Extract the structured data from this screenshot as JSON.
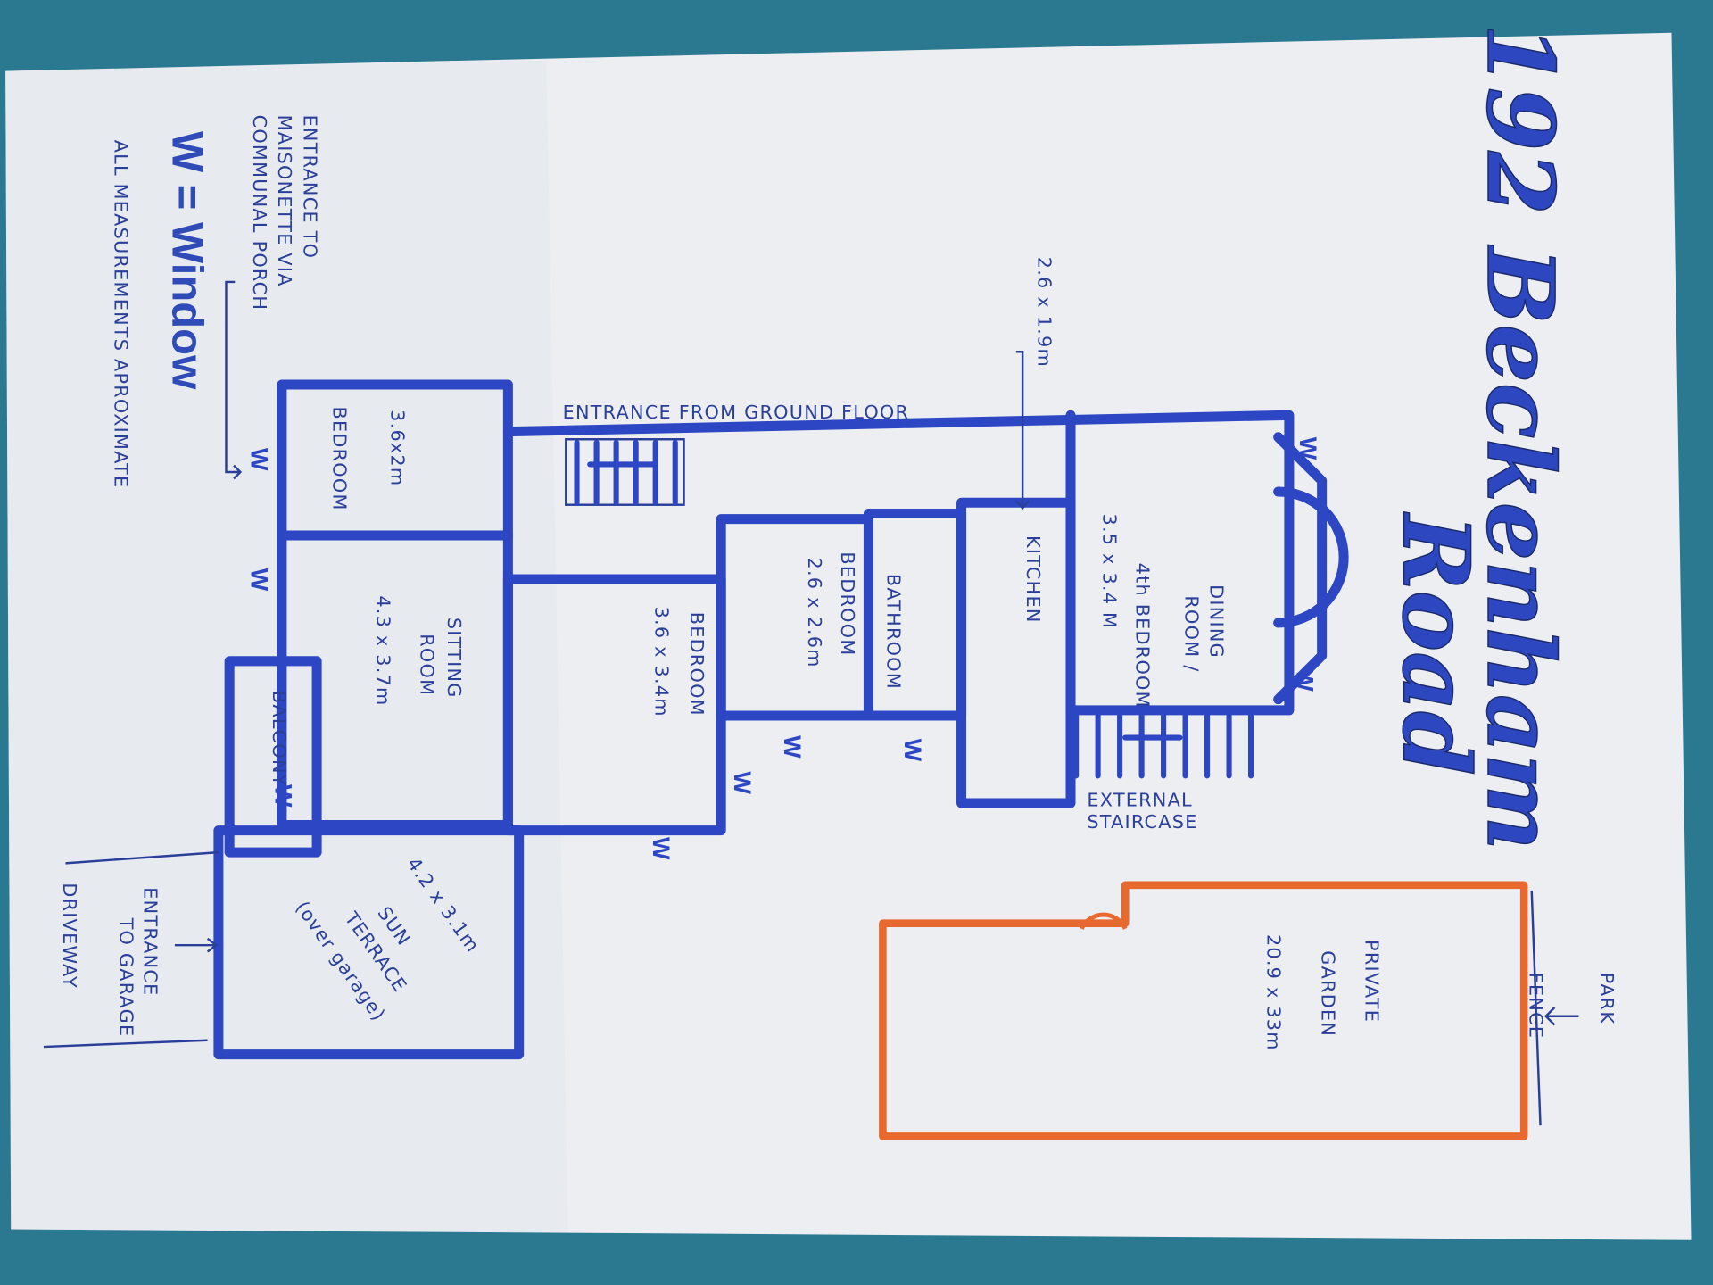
{
  "title": {
    "line1": "192 Beckenham",
    "line2": "Road"
  },
  "legend": {
    "entrance_line1": "ENTRANCE TO",
    "entrance_line2": "MAISONETTE VIA",
    "entrance_line3": "COMMUNAL PORCH",
    "window_key": "W = Window",
    "note": "ALL MEASUREMENTS APROXIMATE"
  },
  "window_marker": "W",
  "hall": {
    "entrance_label": "ENTRANCE FROM GROUND FLOOR",
    "dimension": "2.6 x 1.9m"
  },
  "rooms": {
    "bedroom_small": {
      "name": "BEDROOM",
      "size": "3.6x2m"
    },
    "sitting_room": {
      "name1": "SITTING",
      "name2": "ROOM",
      "size": "4.3 x 3.7m"
    },
    "bedroom_large": {
      "name": "BEDROOM",
      "size": "3.6 x 3.4m"
    },
    "bedroom_mid": {
      "name": "BEDROOM",
      "size": "2.6 x 2.6m"
    },
    "bathroom": {
      "name": "BATHROOM"
    },
    "kitchen": {
      "name": "KITCHEN"
    },
    "dining_room": {
      "name1": "DINING",
      "name2": "ROOM /",
      "name3": "4th BEDROOM",
      "size": "3.5 x 3.4 M"
    },
    "balcony": {
      "name": "BALCONY"
    },
    "sun_terrace": {
      "size": "4.2 x 3.1m",
      "name1": "SUN",
      "name2": "TERRACE",
      "name3": "(over garage)"
    }
  },
  "external_staircase": {
    "line1": "EXTERNAL",
    "line2": "STAIRCASE"
  },
  "garden": {
    "name1": "PRIVATE",
    "name2": "GARDEN",
    "size": "20.9 x 33m",
    "color": "#e8692e"
  },
  "park": {
    "label": "PARK",
    "fence": "FENCE"
  },
  "garage": {
    "line1": "ENTRANCE",
    "line2": "TO GARAGE",
    "driveway": "DRIVEWAY"
  },
  "colors": {
    "ink": "#2c46c4",
    "background": "#2b7891",
    "paper": "#eef0f3"
  }
}
